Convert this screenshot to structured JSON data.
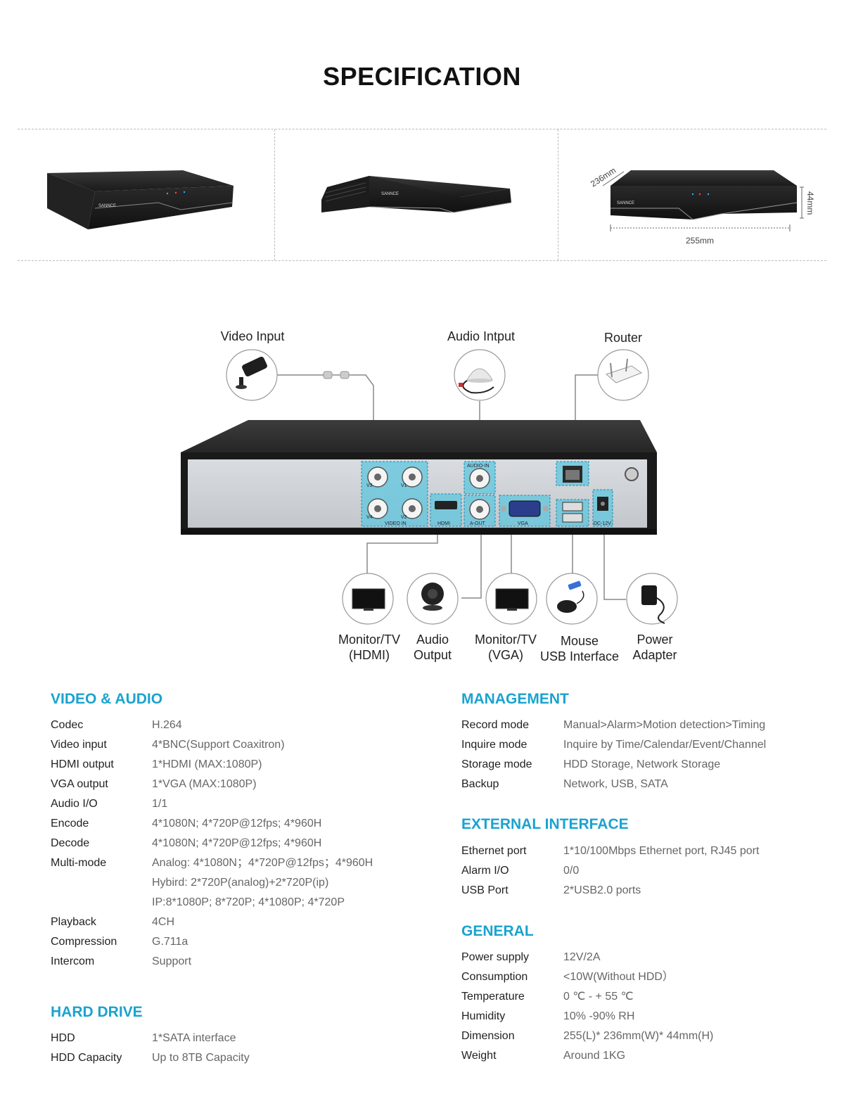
{
  "title": "SPECIFICATION",
  "product": {
    "brand": "SANNCE",
    "subtitle": "High Definition Video Recorder",
    "dim_depth": "236mm",
    "dim_height": "44mm",
    "dim_width": "255mm"
  },
  "diagram": {
    "video_input": "Video Input",
    "audio_input": "Audio Intput",
    "router": "Router",
    "monitor_hdmi_1": "Monitor/TV",
    "monitor_hdmi_2": "(HDMI)",
    "audio_output_1": "Audio",
    "audio_output_2": "Output",
    "monitor_vga_1": "Monitor/TV",
    "monitor_vga_2": "(VGA)",
    "mouse_1": "Mouse",
    "mouse_2": "USB Interface",
    "power_1": "Power",
    "power_2": "Adapter",
    "ports": {
      "v3": "V3",
      "v1": "V1",
      "v4": "V4",
      "v2": "V2",
      "video_in": "VIDEO IN",
      "audio_in": "AUDIO-IN",
      "hdmi": "HDMI",
      "a_out": "A-OUT",
      "vga": "VGA",
      "dc": "DC-12V"
    }
  },
  "sections": {
    "video_audio": {
      "heading": "VIDEO & AUDIO",
      "rows": [
        {
          "k": "Codec",
          "v": "H.264"
        },
        {
          "k": "Video input",
          "v": "4*BNC(Support Coaxitron)"
        },
        {
          "k": "HDMI output",
          "v": "1*HDMI (MAX:1080P)"
        },
        {
          "k": "VGA output",
          "v": "1*VGA (MAX:1080P)"
        },
        {
          "k": "Audio I/O",
          "v": "1/1"
        },
        {
          "k": "Encode",
          "v": "4*1080N; 4*720P@12fps; 4*960H"
        },
        {
          "k": "Decode",
          "v": "4*1080N; 4*720P@12fps; 4*960H"
        },
        {
          "k": "Multi-mode",
          "v": "Analog: 4*1080N；4*720P@12fps；4*960H"
        },
        {
          "k": "",
          "v": "Hybird: 2*720P(analog)+2*720P(ip)"
        },
        {
          "k": "",
          "v": "IP:8*1080P; 8*720P; 4*1080P; 4*720P"
        },
        {
          "k": "Playback",
          "v": "4CH"
        },
        {
          "k": "Compression",
          "v": "G.711a"
        },
        {
          "k": "Intercom",
          "v": "Support"
        }
      ]
    },
    "hard_drive": {
      "heading": "HARD DRIVE",
      "rows": [
        {
          "k": "HDD",
          "v": "1*SATA interface"
        },
        {
          "k": "HDD Capacity",
          "v": "Up to 8TB Capacity"
        }
      ]
    },
    "management": {
      "heading": "MANAGEMENT",
      "rows": [
        {
          "k": "Record mode",
          "v": "Manual>Alarm>Motion detection>Timing"
        },
        {
          "k": "Inquire mode",
          "v": "Inquire by Time/Calendar/Event/Channel"
        },
        {
          "k": "Storage mode",
          "v": "HDD Storage, Network Storage"
        },
        {
          "k": "Backup",
          "v": "Network, USB, SATA"
        }
      ]
    },
    "external_interface": {
      "heading": "EXTERNAL INTERFACE",
      "rows": [
        {
          "k": "Ethernet port",
          "v": "1*10/100Mbps Ethernet port, RJ45 port"
        },
        {
          "k": "Alarm I/O",
          "v": "0/0"
        },
        {
          "k": "USB Port",
          "v": "2*USB2.0 ports"
        }
      ]
    },
    "general": {
      "heading": "GENERAL",
      "rows": [
        {
          "k": "Power supply",
          "v": "12V/2A"
        },
        {
          "k": "Consumption",
          "v": "<10W(Without HDD）"
        },
        {
          "k": "Temperature",
          "v": "0 ℃ - + 55 ℃"
        },
        {
          "k": "Humidity",
          "v": "10% -90% RH"
        },
        {
          "k": "Dimension",
          "v": "255(L)* 236mm(W)* 44mm(H)"
        },
        {
          "k": "Weight",
          "v": "Around 1KG"
        }
      ]
    }
  }
}
